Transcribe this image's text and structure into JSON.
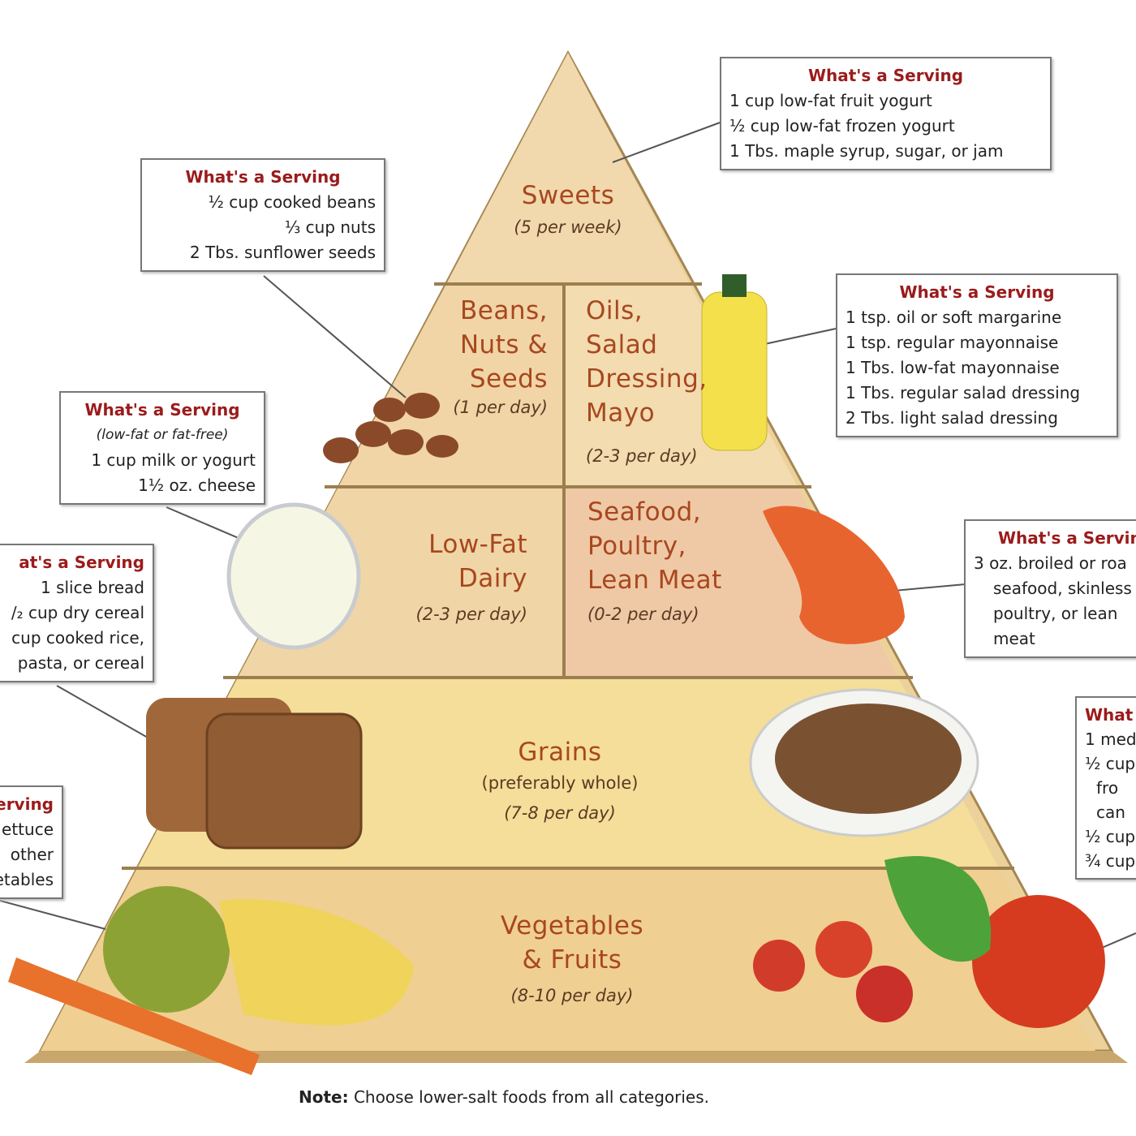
{
  "title_tiers": {
    "sweets": {
      "name": "Sweets",
      "freq": "(5 per week)"
    },
    "beans": {
      "name": [
        "Beans,",
        "Nuts &",
        "Seeds"
      ],
      "freq": "(1 per day)"
    },
    "oils": {
      "name": [
        "Oils,",
        "Salad",
        "Dressing,",
        "Mayo"
      ],
      "freq": "(2-3 per day)"
    },
    "dairy": {
      "name": [
        "Low-Fat",
        "Dairy"
      ],
      "freq": "(2-3 per day)"
    },
    "meat": {
      "name": [
        "Seafood,",
        "Poultry,",
        "Lean Meat"
      ],
      "freq": "(0-2 per day)"
    },
    "grains": {
      "name": "Grains",
      "sub": "(preferably whole)",
      "freq": "(7-8 per day)"
    },
    "veg": {
      "name": [
        "Vegetables",
        "& Fruits"
      ],
      "freq": "(8-10 per day)"
    }
  },
  "boxes": {
    "sweets": {
      "heading": "What's a Serving",
      "lines": [
        "1 cup low-fat fruit yogurt",
        "½ cup low-fat frozen yogurt",
        "1 Tbs. maple syrup, sugar, or jam"
      ]
    },
    "beans": {
      "heading": "What's a Serving",
      "lines": [
        "½ cup cooked beans",
        "⅓ cup nuts",
        "2 Tbs. sunflower seeds"
      ]
    },
    "oils": {
      "heading": "What's a Serving",
      "lines": [
        "1 tsp. oil or soft margarine",
        "1 tsp. regular mayonnaise",
        "1 Tbs. low-fat mayonnaise",
        "1 Tbs. regular salad dressing",
        "2 Tbs. light salad dressing"
      ]
    },
    "dairy": {
      "heading": "What's a Serving",
      "sub": "(low-fat or fat-free)",
      "lines": [
        "1 cup milk or yogurt",
        "1½ oz. cheese"
      ]
    },
    "meat": {
      "heading": "What's a Servin",
      "lines": [
        "3 oz. broiled or roa",
        "seafood, skinless",
        "poultry, or lean",
        "meat"
      ]
    },
    "grains": {
      "heading": "at's a Serving",
      "lines": [
        "1 slice bread",
        "/₂ cup dry cereal",
        "cup cooked rice,",
        "pasta, or cereal"
      ]
    },
    "veg": {
      "heading": "erving",
      "lines": [
        "ettuce",
        "other",
        "etables"
      ]
    },
    "fruit": {
      "heading": "What",
      "lines": [
        "1 med",
        "½ cup",
        "fro",
        "can",
        "½ cup",
        "¾ cup"
      ]
    }
  },
  "note": {
    "label": "Note:",
    "text": "Choose lower-salt foods from all categories."
  }
}
